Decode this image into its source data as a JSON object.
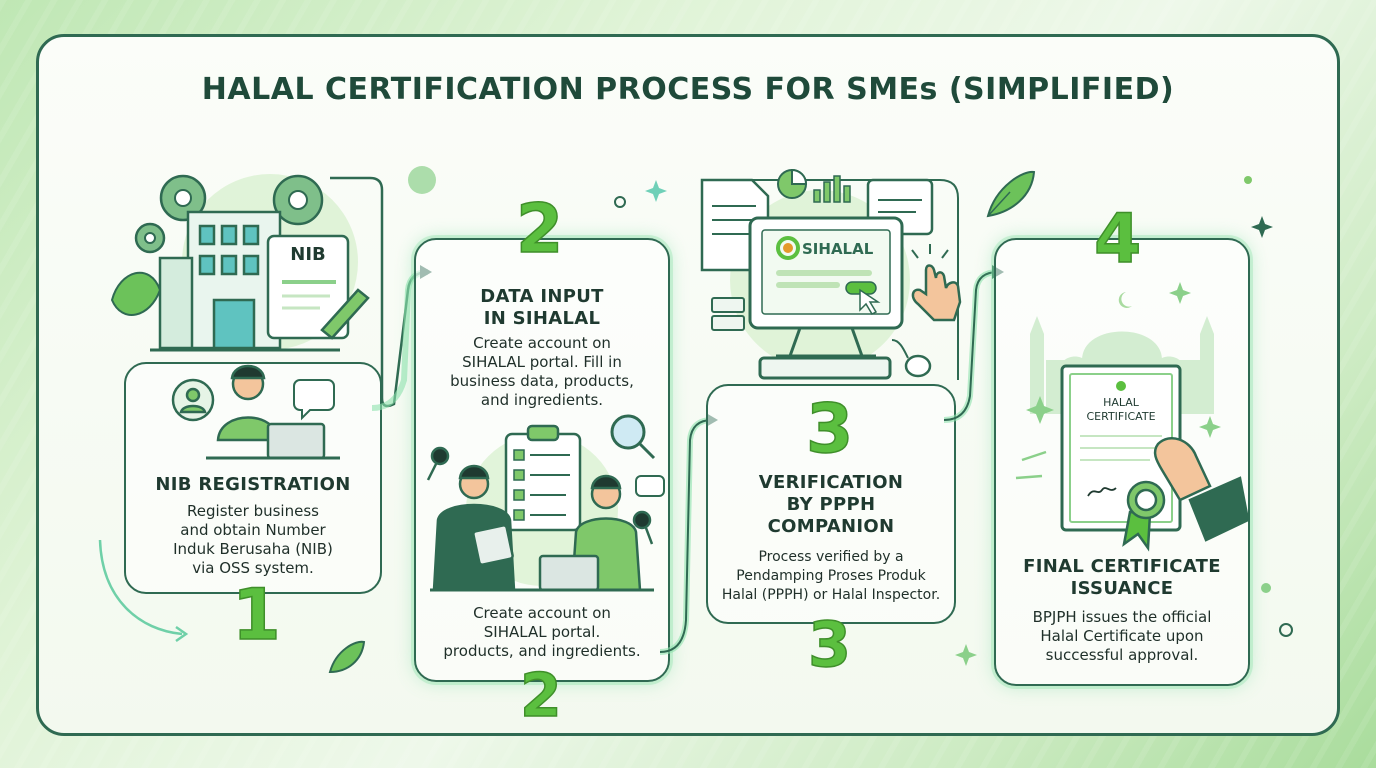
{
  "title": "HALAL CERTIFICATION PROCESS FOR SMEs (SIMPLIFIED)",
  "steps": [
    {
      "number": "1",
      "heading": "NIB REGISTRATION",
      "description": [
        "Register business",
        "and obtain Number",
        "Induk Berusaha (NIB)",
        "via OSS system."
      ],
      "doc_label": "NIB"
    },
    {
      "number": "2",
      "heading": [
        "DATA INPUT",
        "IN SIHALAL"
      ],
      "description": [
        "Create account on",
        "SIHALAL portal. Fill in",
        "business data, products,",
        "and ingredients."
      ],
      "description_lower": [
        "Create account on",
        "SIHALAL portal.",
        "products, and ingredients."
      ]
    },
    {
      "number": "3",
      "heading": [
        "VERIFICATION",
        "BY PPPH",
        "COMPANION"
      ],
      "description": [
        "Process verified by a",
        "Pendamping Proses Produk",
        "Halal (PPPH) or Halal Inspector."
      ],
      "screen_label": "SIHALAL"
    },
    {
      "number": "4",
      "heading": [
        "FINAL CERTIFICATE",
        "ISSUANCE"
      ],
      "description": [
        "BPJPH issues the official",
        "Halal Certificate upon",
        "successful approval."
      ],
      "certificate_label": [
        "HALAL",
        "CERTIFICATE"
      ]
    }
  ],
  "colors": {
    "accent_green": "#5bbf3f",
    "dark_green": "#2f6a52",
    "glow_green": "#8de3ad",
    "text_dark": "#1f3a30"
  }
}
